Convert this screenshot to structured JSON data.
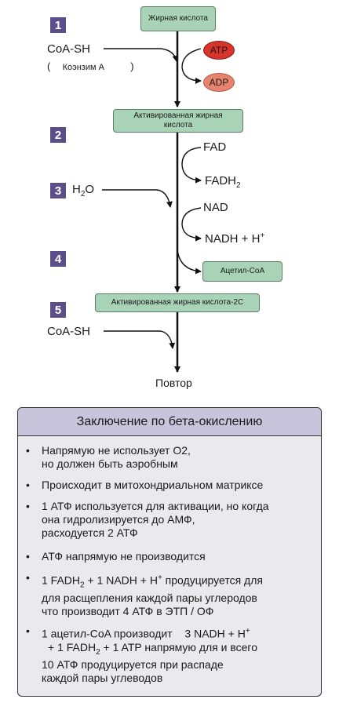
{
  "diagram": {
    "steps": [
      "1",
      "2",
      "3",
      "4",
      "5"
    ],
    "fatty_acid": "Жирная кислота",
    "coa_sh": "CoA-SH",
    "coenzyme_a_open": "(",
    "coenzyme_a": "Коэнзим А",
    "coenzyme_a_close": ")",
    "atp": "ATP",
    "adp": "ADP",
    "activated_fatty_acid_line1": "Активированная жирная",
    "activated_fatty_acid_line2": "кислота",
    "fad": "FAD",
    "fadh2_base": "FADH",
    "fadh2_sub": "2",
    "h2o_base": "H",
    "h2o_sub": "2",
    "h2o_end": "O",
    "nad": "NAD",
    "nadh": "NADH + H",
    "nadh_sup": "+",
    "acetyl_coa": "Ацетил-CoA",
    "activated_2c": "Активированная жирная кислота-2C",
    "coa_sh_2": "CoA-SH",
    "repeat": "Повтор"
  },
  "summary": {
    "title": "Заключение по бета-окислению",
    "b1_l1": "Напрямую не использует O2,",
    "b1_l2": "но должен быть аэробным",
    "b2": "Происходит в митохондриальном матриксе",
    "b3_l1": "1 АТФ используется для активации, но когда",
    "b3_l2": "она гидролизируется до АМФ,",
    "b3_l3": "расходуется 2 АТФ",
    "b4": "АТФ напрямую не производится",
    "b5_a": "1 FADH",
    "b5_sub": "2",
    "b5_b": " + 1 NADH + H",
    "b5_sup": "+",
    "b5_c": " продуцируется для",
    "b5_l2": "для расщепления каждой пары углеродов",
    "b5_l3": "что производит 4 АТФ в ЭТП / ОФ",
    "b6_a": "1 ацетил-CoA производит",
    "b6_b": "3 NADH + H",
    "b6_sup": "+",
    "b6_c": "+ 1 FADH",
    "b6_sub": "2",
    "b6_d": " + 1 ATP",
    "b6_e": "напрямую для и всего",
    "b6_l3": "10 АТФ продуцируется при распаде",
    "b6_l4": "каждой пары углеводов"
  }
}
